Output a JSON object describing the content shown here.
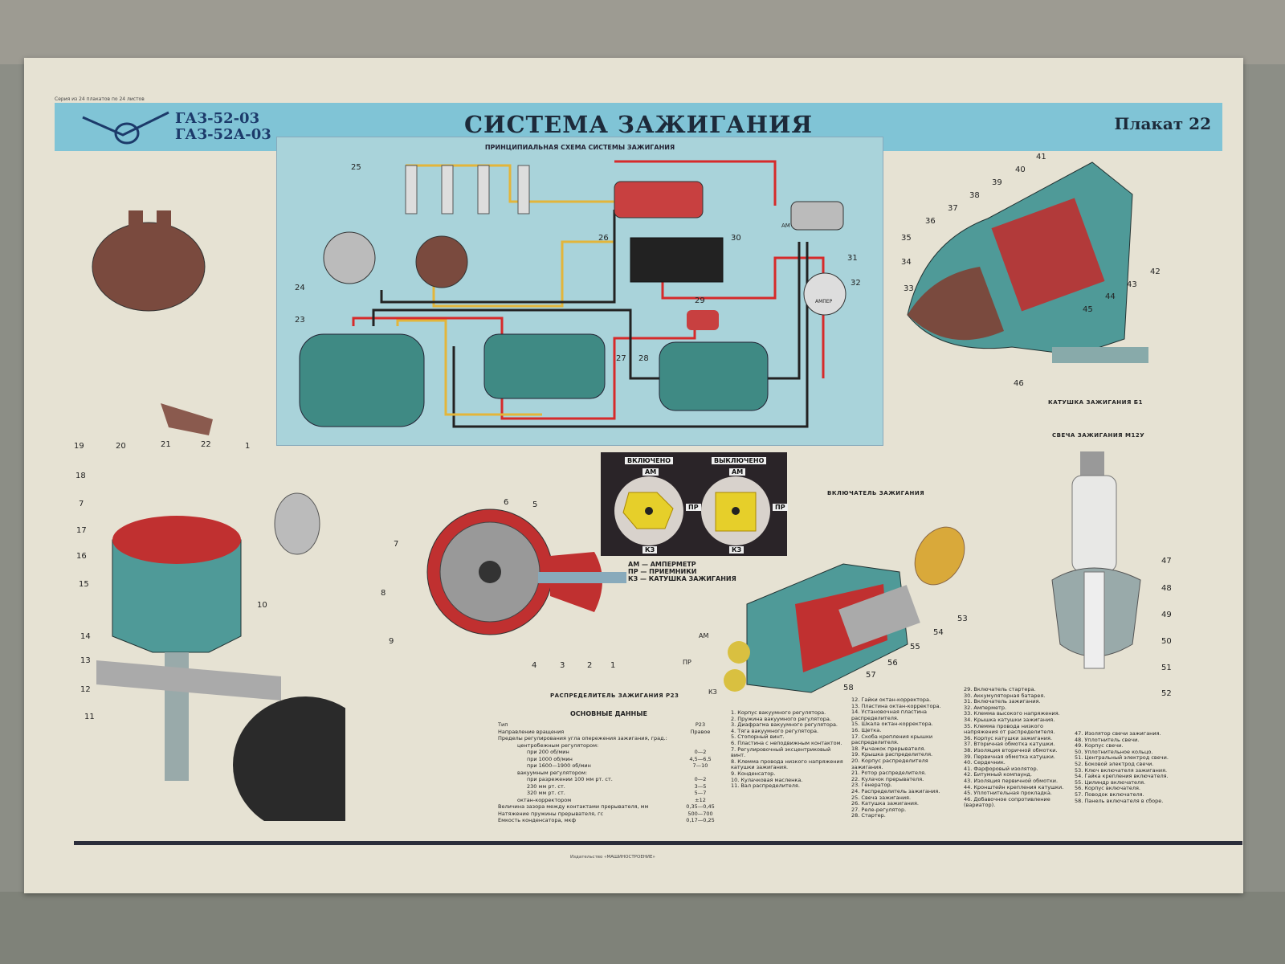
{
  "header": {
    "models": [
      "ГАЗ-52-03",
      "ГАЗ-52А-03"
    ],
    "title": "СИСТЕМА ЗАЖИГАНИЯ",
    "poster_number": "Плакат 22",
    "print_note": "Серия из 24 плакатов по 24 листов"
  },
  "schematic": {
    "title": "ПРИНЦИПИАЛЬНАЯ СХЕМА СИСТЕМЫ ЗАЖИГАНИЯ",
    "ammeter_label": "АМПЕР",
    "am_label": "АМ"
  },
  "switch_diagram": {
    "on": "ВКЛЮЧЕНО",
    "off": "ВЫКЛЮЧЕНО",
    "am": "АМ",
    "pr": "ПР",
    "kz": "КЗ"
  },
  "abbreviations": [
    "АМ — АМПЕРМЕТР",
    "ПР — ПРИЕМНИКИ",
    "КЗ — КАТУШКА ЗАЖИГАНИЯ"
  ],
  "captions": {
    "coil": "КАТУШКА ЗАЖИГАНИЯ Б1",
    "spark_plug": "СВЕЧА ЗАЖИГАНИЯ М12У",
    "switch": "ВКЛЮЧАТЕЛЬ ЗАЖИГАНИЯ",
    "distributor": "РАСПРЕДЕЛИТЕЛЬ ЗАЖИГАНИЯ Р23"
  },
  "callouts": {
    "schem": [
      "25",
      "24",
      "23",
      "26",
      "30",
      "31",
      "32",
      "29",
      "27",
      "28"
    ],
    "coil": [
      "41",
      "40",
      "39",
      "38",
      "37",
      "36",
      "35",
      "34",
      "33",
      "42",
      "43",
      "44",
      "45",
      "46"
    ],
    "dist_left": [
      "19",
      "21",
      "20",
      "22",
      "1",
      "18",
      "7",
      "17",
      "16",
      "15",
      "14",
      "13",
      "10",
      "12",
      "11"
    ],
    "dist_mid": [
      "6",
      "5",
      "7",
      "8",
      "9",
      "4",
      "3",
      "2",
      "1"
    ],
    "switch": [
      "53",
      "54",
      "55",
      "56",
      "57",
      "58",
      "АМ",
      "ПР",
      "КЗ"
    ],
    "plug": [
      "47",
      "48",
      "49",
      "50",
      "51",
      "52"
    ]
  },
  "main_data": {
    "title": "ОСНОВНЫЕ ДАННЫЕ",
    "rows": [
      [
        "Тип",
        "Р23"
      ],
      [
        "Направление вращения",
        "Правое"
      ],
      [
        "Пределы регулирования угла опережения зажигания, град.:",
        ""
      ],
      [
        "центробежным регулятором:",
        ""
      ],
      [
        "при 200 об/мин",
        "0—2"
      ],
      [
        "при 1000 об/мин",
        "4,5—6,5"
      ],
      [
        "при 1600—1900 об/мин",
        "7—10"
      ],
      [
        "вакуумным регулятором:",
        ""
      ],
      [
        "при разрежении 100 мм рт. ст.",
        "0—2"
      ],
      [
        "230 мм рт. ст.",
        "3—5"
      ],
      [
        "320 мм рт. ст.",
        "5—7"
      ],
      [
        "октан-корректором",
        "±12"
      ],
      [
        "Величина зазора между контактами прерывателя, мм",
        "0,35—0,45"
      ],
      [
        "Натяжение пружины прерывателя, гс",
        "500—700"
      ],
      [
        "Емкость конденсатора, мкф",
        "0,17—0,25"
      ]
    ]
  },
  "legend": [
    [
      "1. Корпус вакуумного регулятора.",
      "2. Пружина вакуумного регулятора.",
      "3. Диафрагма вакуумного регулятора.",
      "4. Тяга вакуумного регулятора.",
      "5. Стопорный винт.",
      "6. Пластина с неподвижным контактом.",
      "7. Регулировочный эксцентриковый винт.",
      "8. Клемма провода низкого напряжения катушки зажигания.",
      "9. Конденсатор.",
      "10. Кулачковая масленка.",
      "11. Вал распределителя."
    ],
    [
      "12. Гайки октан-корректора.",
      "13. Пластина октан-корректора.",
      "14. Установочная пластина распределителя.",
      "15. Шкала октан-корректора.",
      "16. Щетка.",
      "17. Скоба крепления крышки распределителя.",
      "18. Рычажок прерывателя.",
      "19. Крышка распределителя.",
      "20. Корпус распределителя зажигания.",
      "21. Ротор распределителя.",
      "22. Кулачок прерывателя.",
      "23. Генератор.",
      "24. Распределитель зажигания.",
      "25. Свеча зажигания.",
      "26. Катушка зажигания.",
      "27. Реле-регулятор.",
      "28. Стартер."
    ],
    [
      "29. Включатель стартера.",
      "30. Аккумуляторная батарея.",
      "31. Включатель зажигания.",
      "32. Амперметр.",
      "33. Клемма высокого напряжения.",
      "34. Крышка катушки зажигания.",
      "35. Клемма провода низкого напряжения от распределителя.",
      "36. Корпус катушки зажигания.",
      "37. Вторичная обмотка катушки.",
      "38. Изоляция вторичной обмотки.",
      "39. Первичная обмотка катушки.",
      "40. Сердечник.",
      "41. Фарфоровый изолятор.",
      "42. Битумный компаунд.",
      "43. Изоляция первичной обмотки.",
      "44. Кронштейн крепления катушки.",
      "45. Уплотнительная прокладка.",
      "46. Добавочное сопротивление (вариатор)."
    ],
    [
      "47. Изолятор свечи зажигания.",
      "48. Уплотнитель свечи.",
      "49. Корпус свечи.",
      "50. Уплотнительное кольцо.",
      "51. Центральный электрод свечи.",
      "52. Боковой электрод свечи.",
      "53. Ключ включателя зажигания.",
      "54. Гайка крепления включателя.",
      "55. Цилиндр включателя.",
      "56. Корпус включателя.",
      "57. Поводок включателя.",
      "58. Панель включателя в сборе."
    ]
  ],
  "footer": {
    "publisher": "Издательство «МАШИНОСТРОЕНИЕ»"
  }
}
